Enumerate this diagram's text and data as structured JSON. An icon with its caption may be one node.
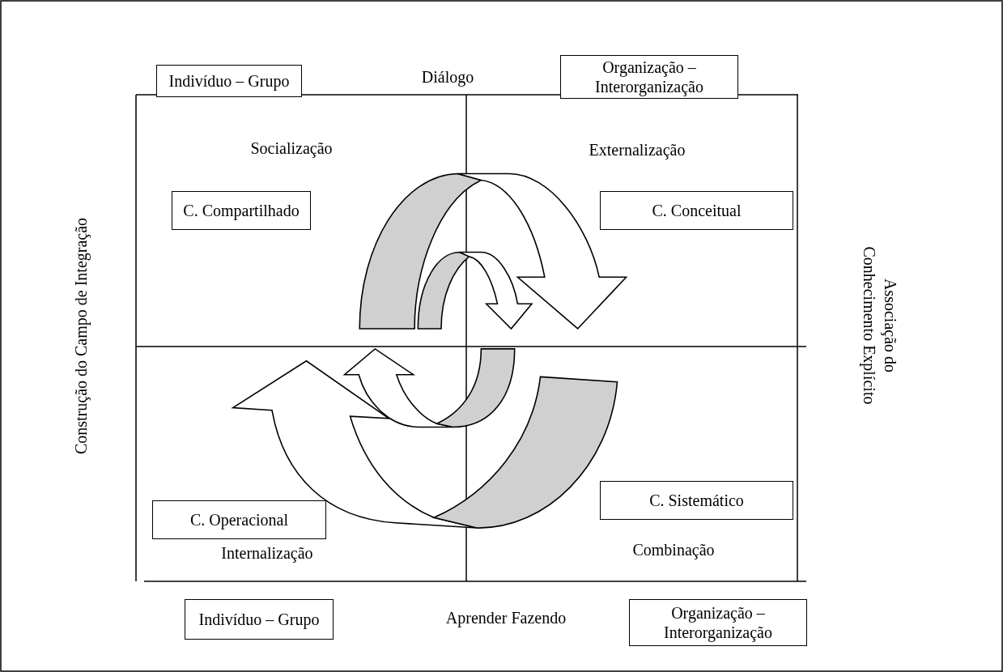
{
  "diagram": {
    "nodes": [
      {
        "text": [
          "Indivíduo – Grupo"
        ]
      },
      {
        "text": [
          "Organização – Interorganização"
        ]
      },
      {
        "text": [
          "C. Compartilhado"
        ]
      },
      {
        "text": [
          "C. Conceitual"
        ]
      },
      {
        "text": [
          "C. Sistemático"
        ]
      },
      {
        "text": [
          "C. Operacional"
        ]
      },
      {
        "text": [
          "Indivíduo – Grupo"
        ]
      },
      {
        "text": [
          "Organização – Interorganização"
        ]
      }
    ],
    "labels": [
      "Diálogo",
      "Socialização",
      "Externalização",
      "Construção do Campo de Integração",
      "Associação do Conhecimento Explícito",
      "Internalização",
      "Combinação",
      "Aprender Fazendo"
    ]
  }
}
